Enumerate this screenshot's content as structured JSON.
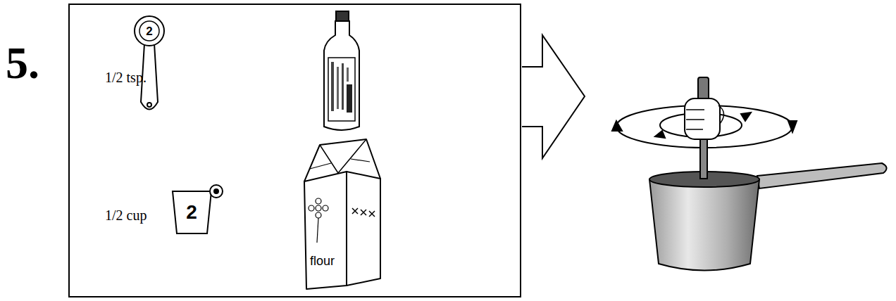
{
  "diagram": {
    "nodes": [
      {
        "text": [
          "1/2 tsp.",
          "1/2 cup"
        ]
      }
    ],
    "labels": [
      "5.",
      "2",
      "2",
      "flour"
    ]
  }
}
